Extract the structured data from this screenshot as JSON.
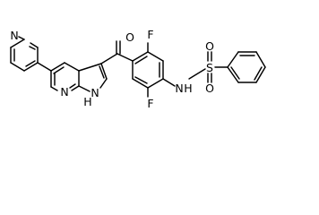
{
  "structure": {
    "atom_labels": {
      "carbonyl_oxygen": "O",
      "fluorine_upper": "F",
      "fluorine_lower": "F",
      "sulfonamide_nh": "N",
      "sulfonamide_h": "H",
      "sulfur": "S",
      "sulfonyl_oxygen_upper": "O",
      "sulfonyl_oxygen_lower": "O",
      "pyridine_nitrogen": "N",
      "azaindole_pyridine_nitrogen": "N",
      "pyrrole_nh": "N",
      "pyrrole_h": "H"
    },
    "colors": {
      "bond": "#000000",
      "label": "#000000",
      "background": "#ffffff"
    }
  }
}
